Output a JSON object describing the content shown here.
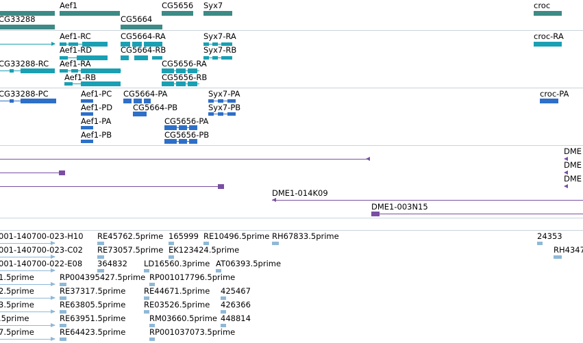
{
  "colors": {
    "gene": "#3d8a86",
    "mrna": "#1aa0b3",
    "cds": "#2e6fc8",
    "bac": "#7a4ea3",
    "est": "#8fb8d6",
    "divider": "#c9d4dc"
  },
  "gene_track": {
    "labels": [
      "Aef1",
      "CG5656",
      "Syx7",
      "croc",
      "CG33288",
      "CG5664"
    ]
  },
  "mrna_track": {
    "labels": [
      "Aef1-RC",
      "CG5664-RA",
      "Syx7-RA",
      "croc-RA",
      "Aef1-RD",
      "CG5664-RB",
      "Syx7-RB",
      "CG33288-RC",
      "Aef1-RA",
      "CG5656-RA",
      "Aef1-RB",
      "CG5656-RB"
    ]
  },
  "cds_track": {
    "labels": [
      "CG33288-PC",
      "Aef1-PC",
      "CG5664-PA",
      "Syx7-PA",
      "croc-PA",
      "Aef1-PD",
      "CG5664-PB",
      "Syx7-PB",
      "Aef1-PA",
      "CG5656-PA",
      "Aef1-PB",
      "CG5656-PB"
    ]
  },
  "bac_track": {
    "labels": [
      "DME",
      "DME",
      "DME",
      "DME1-014K09",
      "DME1-003N15"
    ]
  },
  "est_track": {
    "labels": [
      "001-140700-023-H10",
      "RE45762.5prime",
      "165999",
      "RE10496.5prime",
      "RH67833.5prime",
      "24353",
      "001-140700-023-C02",
      "RE73057.5prime",
      "EK123424.5prime",
      "RH4347",
      "001-140700-022-E08",
      "364832",
      "LD16560.3prime",
      "AT06393.5prime",
      "1.5prime",
      "RP004395427.5prime",
      "RP001017796.5prime",
      "2.5prime",
      "RE37317.5prime",
      "RE44671.5prime",
      "425467",
      "3.5prime",
      "RE63805.5prime",
      "RE03526.5prime",
      "426366",
      ".5prime",
      "RE63951.5prime",
      "RM03660.5prime",
      "448814",
      "7.5prime",
      "RE64423.5prime",
      "RP001037073.5prime"
    ]
  }
}
